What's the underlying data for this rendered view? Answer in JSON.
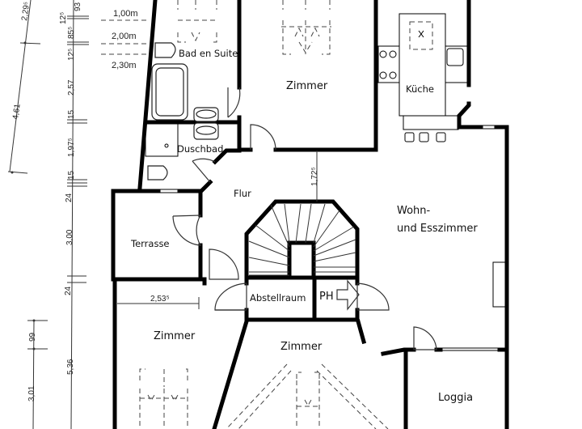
{
  "plan": {
    "rooms": {
      "bad_en_suite": "Bad en Suite",
      "zimmer_top": "Zimmer",
      "kueche": "Küche",
      "duschbad": "Duschbad",
      "flur": "Flur",
      "terrasse": "Terrasse",
      "wohn_line1": "Wohn-",
      "wohn_line2": "und Esszimmer",
      "abstellraum": "Abstellraum",
      "ph": "PH",
      "zimmer_left": "Zimmer",
      "zimmer_center": "Zimmer",
      "loggia": "Loggia"
    },
    "height_scale": [
      "1,00m",
      "2,00m",
      "2,30m"
    ],
    "dimensions": {
      "outer_left": [
        "2,29⁵",
        "4,61"
      ],
      "chain_main": [
        "93",
        "12⁵",
        "85⁵",
        "12⁵",
        "2,57",
        "15",
        "1,97⁵",
        "15",
        "24",
        "3,00",
        "24",
        "5,36"
      ],
      "chain_lower": [
        "99",
        "3,01"
      ],
      "flur_depth": "1,72⁵",
      "zimmer_width": "2,53⁵"
    }
  }
}
